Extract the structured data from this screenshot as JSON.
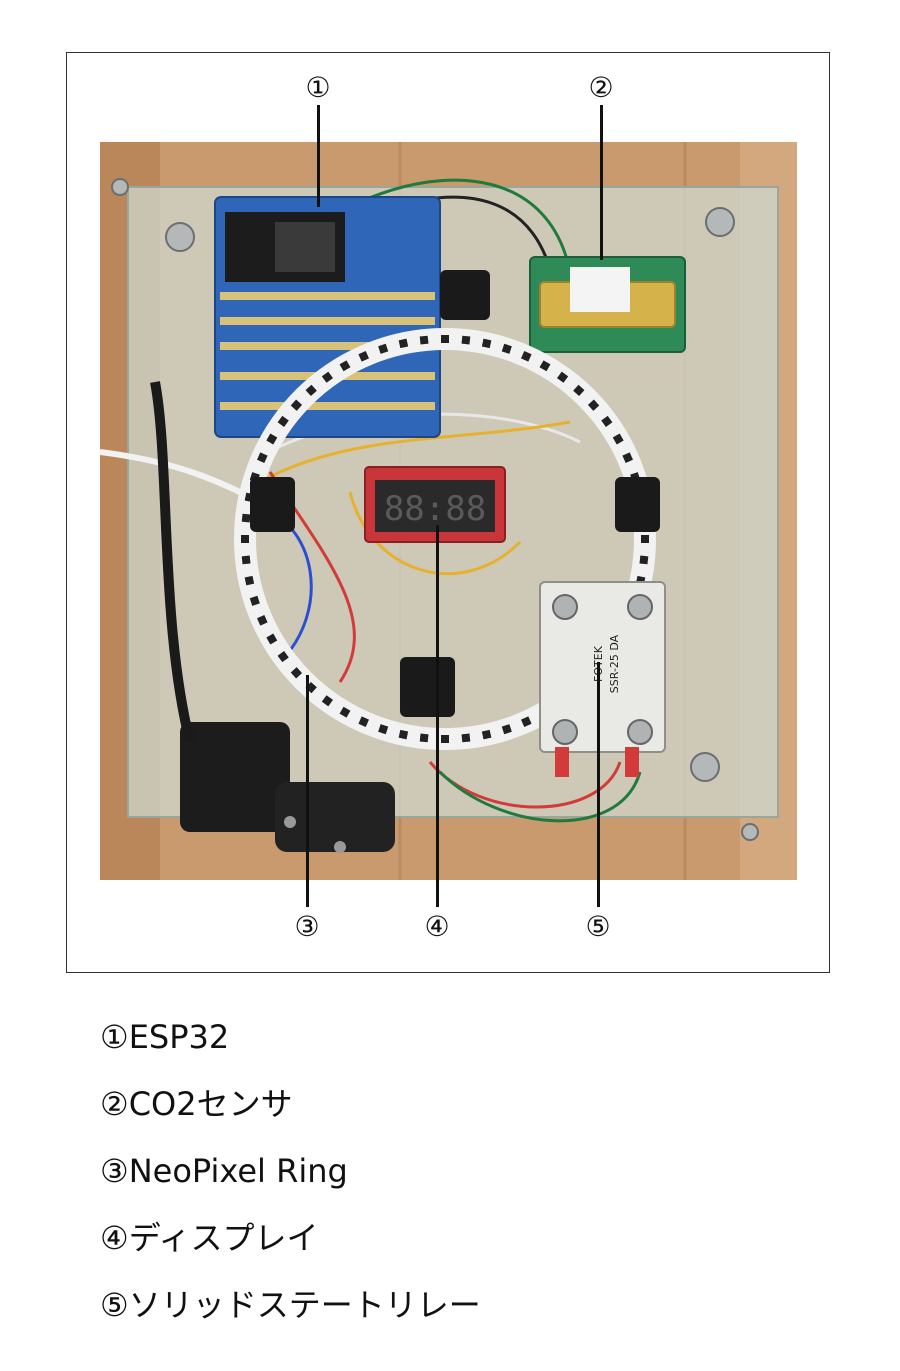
{
  "callouts": [
    {
      "marker": "①",
      "target": "ESP32"
    },
    {
      "marker": "②",
      "target": "CO2センサ"
    },
    {
      "marker": "③",
      "target": "NeoPixel Ring"
    },
    {
      "marker": "④",
      "target": "ディスプレイ"
    },
    {
      "marker": "⑤",
      "target": "ソリッドステートリレー"
    }
  ],
  "legend": [
    "①ESP32",
    "②CO2センサ",
    "③NeoPixel Ring",
    "④ディスプレイ",
    "⑤ソリッドステートリレー"
  ],
  "display_digits": "88:88",
  "relay_label": "SSR-25 DA",
  "relay_brand": "FOTEK",
  "colors": {
    "wood": "#c99a6e",
    "acrylic": "#cfd8d0",
    "pcb_blue": "#2f66b8",
    "pcb_green": "#2e8b57",
    "display_red": "#c8363a",
    "relay_white": "#e9e9e6",
    "ring_led": "#222222"
  }
}
